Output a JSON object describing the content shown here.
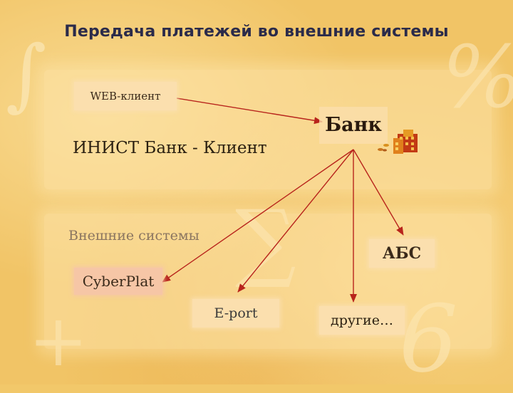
{
  "title": "Передача платежей во внешние системы",
  "nodes": {
    "web_client": "WEB-клиент",
    "inist": "ИНИСТ Банк - Клиент",
    "bank": "Банк",
    "external": "Внешние системы",
    "abs": "АБС",
    "cyberplat": "CyberPlat",
    "eport": "E-port",
    "others": "другие…"
  },
  "colors": {
    "arrow": "#b8241c",
    "box_fill": "#fbdfae",
    "cyberplat_fill": "#f6c6a6",
    "title": "#2b2b4a"
  },
  "icons": {
    "bank": "bank-building-icon"
  }
}
